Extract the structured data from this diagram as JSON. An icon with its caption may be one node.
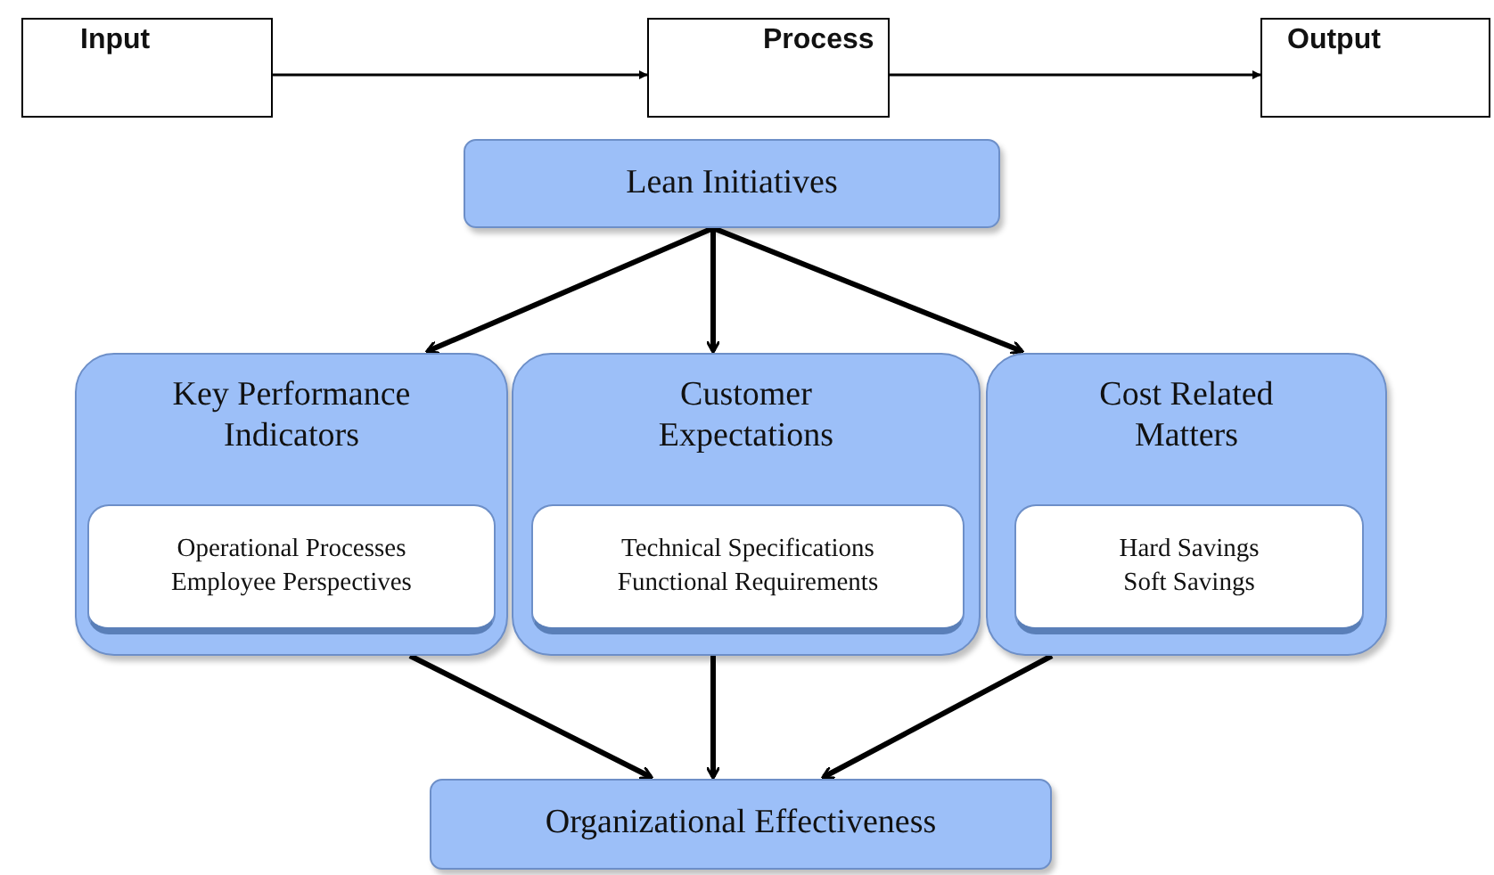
{
  "diagram": {
    "nodes": [
      {
        "text": [
          "Input"
        ]
      },
      {
        "text": [
          "Process"
        ]
      },
      {
        "text": [
          "Output"
        ]
      },
      {
        "text": [
          "Lean Initiatives"
        ]
      },
      {
        "text": [
          "Key Performance Indicators"
        ]
      },
      {
        "text": [
          "Operational Processes",
          "Employee Perspectives"
        ],
        "in": 4
      },
      {
        "text": [
          "Customer Expectations"
        ]
      },
      {
        "text": [
          "Technical Specifications",
          "Functional Requirements"
        ],
        "in": 6
      },
      {
        "text": [
          "Cost Related Matters"
        ]
      },
      {
        "text": [
          "Hard Savings",
          "Soft Savings"
        ],
        "in": 8
      },
      {
        "text": [
          "Organizational Effectiveness"
        ]
      }
    ],
    "edges": [
      {
        "from": 0,
        "to": 1,
        "arrow": "to"
      },
      {
        "from": 1,
        "to": 2,
        "arrow": "to"
      },
      {
        "from": 3,
        "to": 4,
        "arrow": "to"
      },
      {
        "from": 3,
        "to": 6,
        "arrow": "to"
      },
      {
        "from": 3,
        "to": 8,
        "arrow": "to"
      },
      {
        "from": 4,
        "to": 10,
        "arrow": "to"
      },
      {
        "from": 6,
        "to": 10,
        "arrow": "to"
      },
      {
        "from": 8,
        "to": 10,
        "arrow": "to"
      }
    ]
  }
}
